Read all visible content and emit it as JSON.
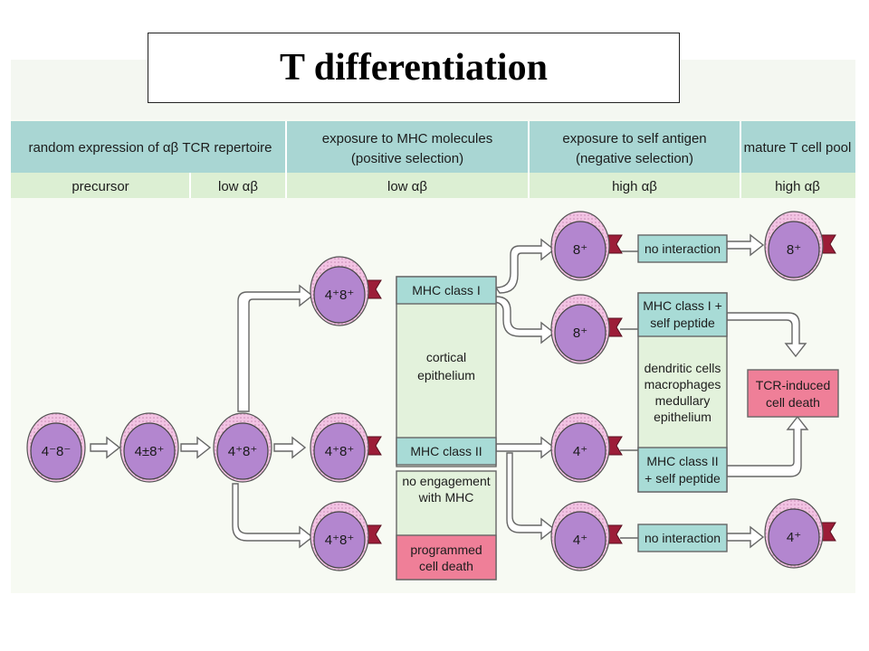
{
  "title": "T  differentiation",
  "header": {
    "row1": [
      "random expression of αβ TCR repertoire",
      [
        "exposure to MHC molecules",
        "(positive selection)"
      ],
      [
        "exposure to self antigen",
        "(negative selection)"
      ],
      "mature T cell pool"
    ],
    "row2": [
      "precursor",
      "low αβ",
      "low αβ",
      "high αβ",
      "high αβ"
    ]
  },
  "cells": {
    "c1": "4⁻8⁻",
    "c2": "4±8⁺",
    "c3": "4⁺8⁺",
    "c4_top": "4⁺8⁺",
    "c4_mid": "4⁺8⁺",
    "c4_bot": "4⁺8⁺",
    "c5_1": "8⁺",
    "c5_2": "8⁺",
    "c5_3": "4⁺",
    "c5_4": "4⁺",
    "c6_top": "8⁺",
    "c6_bot": "4⁺"
  },
  "boxes": {
    "mhc1": "MHC class I",
    "cortical": [
      "cortical",
      "epithelium"
    ],
    "mhc2": "MHC class II",
    "no_engagement": [
      "no engagement",
      "with MHC"
    ],
    "programmed": [
      "programmed",
      "cell death"
    ],
    "no_interaction_top": "no interaction",
    "no_interaction_bot": "no interaction",
    "mhc1_self": [
      "MHC class I +",
      "self peptide"
    ],
    "dendritic": [
      "dendritic cells",
      "macrophages",
      "medullary",
      "epithelium"
    ],
    "mhc2_self": [
      "MHC class II",
      "+ self peptide"
    ],
    "tcr_death": [
      "TCR-induced",
      "cell death"
    ]
  },
  "colors": {
    "header": "#a9d6d3",
    "subheader": "#dcefd3",
    "cell_fill": "#b386cf",
    "cell_ring": "#f2c3e3",
    "receptor": "#9c1d38",
    "teal_box": "#a8dbd6",
    "pink_box": "#ef7f98",
    "green_box": "#e3f2dc"
  }
}
